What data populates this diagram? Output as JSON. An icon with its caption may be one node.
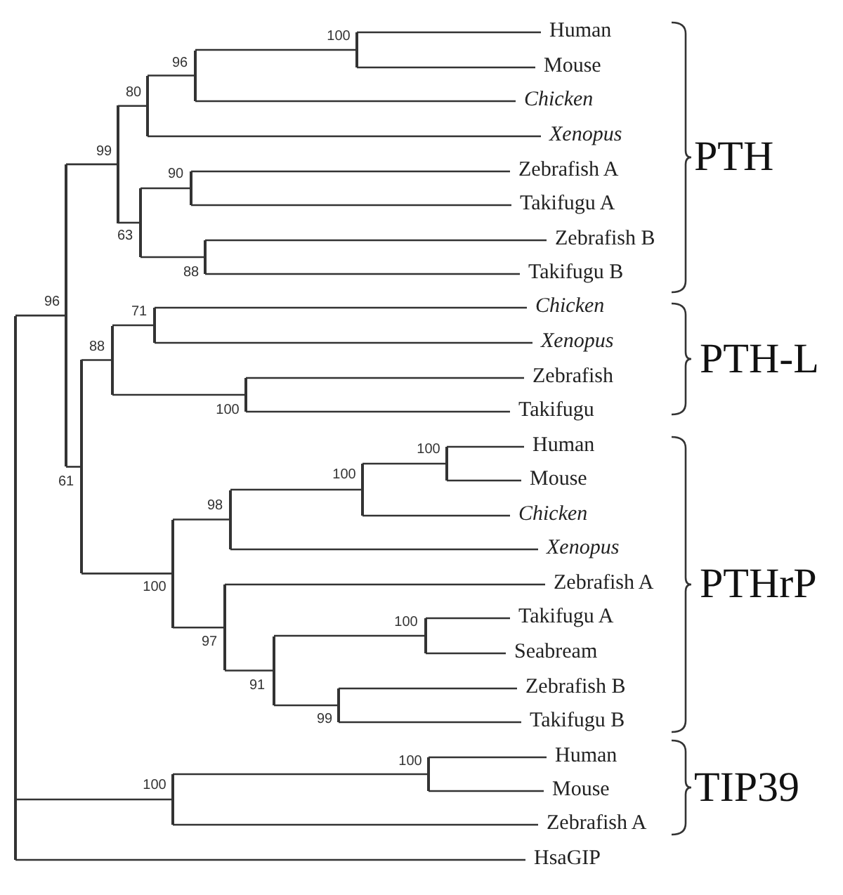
{
  "diagram": {
    "nodes": [
      {
        "text": [],
        "shape": "bar"
      },
      {
        "text": [],
        "shape": "bar",
        "beside": [
          "96"
        ]
      },
      {
        "text": [],
        "shape": "bar",
        "beside": [
          "99"
        ]
      },
      {
        "text": [],
        "shape": "bar",
        "beside": [
          "80"
        ]
      },
      {
        "text": [],
        "shape": "bar",
        "beside": [
          "96"
        ]
      },
      {
        "text": [],
        "shape": "bar",
        "beside": [
          "100"
        ]
      },
      {
        "text": [
          "Human"
        ]
      },
      {
        "text": [
          "Mouse"
        ]
      },
      {
        "text": [
          "Chicken"
        ]
      },
      {
        "text": [
          "Xenopus"
        ]
      },
      {
        "text": [],
        "shape": "bar",
        "beside": [
          "63"
        ]
      },
      {
        "text": [],
        "shape": "bar",
        "beside": [
          "90"
        ]
      },
      {
        "text": [
          "Zebrafish A"
        ]
      },
      {
        "text": [
          "Takifugu A"
        ]
      },
      {
        "text": [],
        "shape": "bar",
        "beside": [
          "88"
        ]
      },
      {
        "text": [
          "Zebrafish B"
        ]
      },
      {
        "text": [
          "Takifugu B"
        ]
      },
      {
        "text": [],
        "shape": "bar",
        "beside": [
          "61"
        ]
      },
      {
        "text": [],
        "shape": "bar",
        "beside": [
          "88"
        ]
      },
      {
        "text": [],
        "shape": "bar",
        "beside": [
          "71"
        ]
      },
      {
        "text": [
          "Chicken"
        ]
      },
      {
        "text": [
          "Xenopus"
        ]
      },
      {
        "text": [],
        "shape": "bar",
        "beside": [
          "100"
        ]
      },
      {
        "text": [
          "Zebrafish"
        ]
      },
      {
        "text": [
          "Takifugu"
        ]
      },
      {
        "text": [],
        "shape": "bar",
        "beside": [
          "100"
        ]
      },
      {
        "text": [],
        "shape": "bar",
        "beside": [
          "98"
        ]
      },
      {
        "text": [],
        "shape": "bar",
        "beside": [
          "100"
        ]
      },
      {
        "text": [],
        "shape": "bar",
        "beside": [
          "100"
        ]
      },
      {
        "text": [
          "Human"
        ]
      },
      {
        "text": [
          "Mouse"
        ]
      },
      {
        "text": [
          "Chicken"
        ]
      },
      {
        "text": [
          "Xenopus"
        ]
      },
      {
        "text": [],
        "shape": "bar",
        "beside": [
          "97"
        ]
      },
      {
        "text": [
          "Zebrafish A"
        ]
      },
      {
        "text": [],
        "shape": "bar",
        "beside": [
          "91"
        ]
      },
      {
        "text": [],
        "shape": "bar",
        "beside": [
          "100"
        ]
      },
      {
        "text": [
          "Takifugu A"
        ]
      },
      {
        "text": [
          "Seabream"
        ]
      },
      {
        "text": [],
        "shape": "bar",
        "beside": [
          "99"
        ]
      },
      {
        "text": [
          "Zebrafish B"
        ]
      },
      {
        "text": [
          "Takifugu B"
        ]
      },
      {
        "text": [],
        "shape": "bar",
        "beside": [
          "100"
        ]
      },
      {
        "text": [],
        "shape": "bar",
        "beside": [
          "100"
        ]
      },
      {
        "text": [
          "Human"
        ]
      },
      {
        "text": [
          "Mouse"
        ]
      },
      {
        "text": [
          "Zebrafish A"
        ]
      },
      {
        "text": [
          "HsaGIP"
        ]
      }
    ],
    "edges": [
      {
        "from": 0,
        "to": 1,
        "arrow": "none"
      },
      {
        "from": 0,
        "to": 42,
        "arrow": "none"
      },
      {
        "from": 0,
        "to": 47,
        "arrow": "none"
      },
      {
        "from": 1,
        "to": 2,
        "arrow": "none"
      },
      {
        "from": 1,
        "to": 17,
        "arrow": "none"
      },
      {
        "from": 2,
        "to": 3,
        "arrow": "none"
      },
      {
        "from": 2,
        "to": 10,
        "arrow": "none"
      },
      {
        "from": 3,
        "to": 4,
        "arrow": "none"
      },
      {
        "from": 3,
        "to": 9,
        "arrow": "none"
      },
      {
        "from": 4,
        "to": 5,
        "arrow": "none"
      },
      {
        "from": 4,
        "to": 8,
        "arrow": "none"
      },
      {
        "from": 5,
        "to": 6,
        "arrow": "none"
      },
      {
        "from": 5,
        "to": 7,
        "arrow": "none"
      },
      {
        "from": 10,
        "to": 11,
        "arrow": "none"
      },
      {
        "from": 10,
        "to": 14,
        "arrow": "none"
      },
      {
        "from": 11,
        "to": 12,
        "arrow": "none"
      },
      {
        "from": 11,
        "to": 13,
        "arrow": "none"
      },
      {
        "from": 14,
        "to": 15,
        "arrow": "none"
      },
      {
        "from": 14,
        "to": 16,
        "arrow": "none"
      },
      {
        "from": 17,
        "to": 18,
        "arrow": "none"
      },
      {
        "from": 17,
        "to": 25,
        "arrow": "none"
      },
      {
        "from": 18,
        "to": 19,
        "arrow": "none"
      },
      {
        "from": 18,
        "to": 22,
        "arrow": "none"
      },
      {
        "from": 19,
        "to": 20,
        "arrow": "none"
      },
      {
        "from": 19,
        "to": 21,
        "arrow": "none"
      },
      {
        "from": 22,
        "to": 23,
        "arrow": "none"
      },
      {
        "from": 22,
        "to": 24,
        "arrow": "none"
      },
      {
        "from": 25,
        "to": 26,
        "arrow": "none"
      },
      {
        "from": 25,
        "to": 33,
        "arrow": "none"
      },
      {
        "from": 26,
        "to": 27,
        "arrow": "none"
      },
      {
        "from": 26,
        "to": 32,
        "arrow": "none"
      },
      {
        "from": 27,
        "to": 28,
        "arrow": "none"
      },
      {
        "from": 27,
        "to": 31,
        "arrow": "none"
      },
      {
        "from": 28,
        "to": 29,
        "arrow": "none"
      },
      {
        "from": 28,
        "to": 30,
        "arrow": "none"
      },
      {
        "from": 33,
        "to": 34,
        "arrow": "none"
      },
      {
        "from": 33,
        "to": 35,
        "arrow": "none"
      },
      {
        "from": 35,
        "to": 36,
        "arrow": "none"
      },
      {
        "from": 35,
        "to": 39,
        "arrow": "none"
      },
      {
        "from": 36,
        "to": 37,
        "arrow": "none"
      },
      {
        "from": 36,
        "to": 38,
        "arrow": "none"
      },
      {
        "from": 39,
        "to": 40,
        "arrow": "none"
      },
      {
        "from": 39,
        "to": 41,
        "arrow": "none"
      },
      {
        "from": 42,
        "to": 43,
        "arrow": "none"
      },
      {
        "from": 42,
        "to": 46,
        "arrow": "none"
      },
      {
        "from": 43,
        "to": 44,
        "arrow": "none"
      },
      {
        "from": 43,
        "to": 45,
        "arrow": "none"
      }
    ],
    "labels": [
      "PTH",
      "PTH-L",
      "PTHrP",
      "TIP39"
    ]
  }
}
